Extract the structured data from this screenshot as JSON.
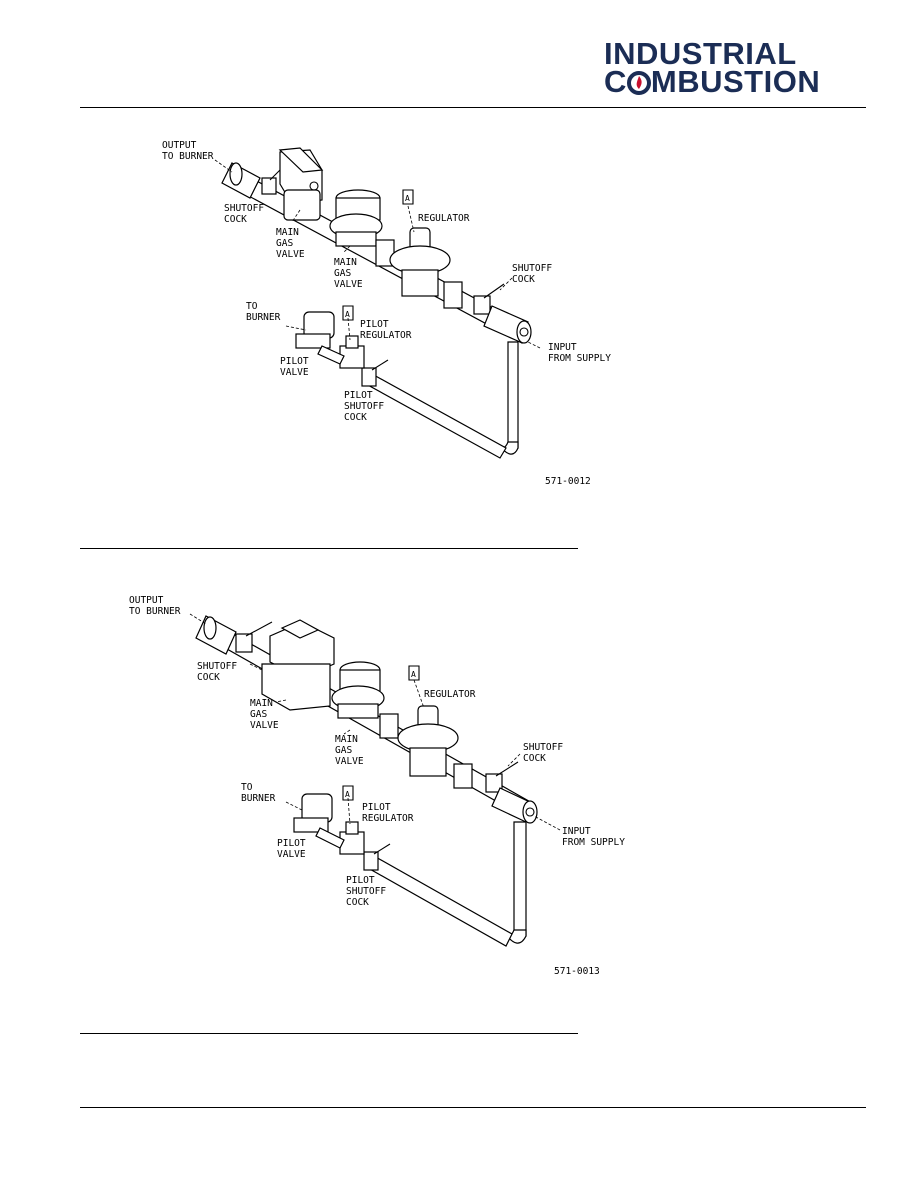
{
  "header": {
    "logo_line1": "INDUSTRIAL",
    "logo_line2_prefix": "C",
    "logo_line2_suffix": "MBUSTION",
    "brand_color": "#1b2d55",
    "flame_color": "#c8102e"
  },
  "diagram1": {
    "output_line1": "OUTPUT",
    "output_line2": "TO BURNER",
    "shutoff1_line1": "SHUTOFF",
    "shutoff1_line2": "COCK",
    "mgv1_line1": "MAIN",
    "mgv1_line2": "GAS",
    "mgv1_line3": "VALVE",
    "mgv2_line1": "MAIN",
    "mgv2_line2": "GAS",
    "mgv2_line3": "VALVE",
    "regulator": "REGULATOR",
    "marker_a1": "A",
    "shutoff2_line1": "SHUTOFF",
    "shutoff2_line2": "COCK",
    "to_burner_line1": "TO",
    "to_burner_line2": "BURNER",
    "marker_a2": "A",
    "pilot_reg_line1": "PILOT",
    "pilot_reg_line2": "REGULATOR",
    "pilot_valve_line1": "PILOT",
    "pilot_valve_line2": "VALVE",
    "input_line1": "INPUT",
    "input_line2": "FROM SUPPLY",
    "pilot_shutoff_line1": "PILOT",
    "pilot_shutoff_line2": "SHUTOFF",
    "pilot_shutoff_line3": "COCK",
    "figure_number": "571-0012"
  },
  "diagram2": {
    "output_line1": "OUTPUT",
    "output_line2": "TO BURNER",
    "shutoff1_line1": "SHUTOFF",
    "shutoff1_line2": "COCK",
    "mgv1_line1": "MAIN",
    "mgv1_line2": "GAS",
    "mgv1_line3": "VALVE",
    "mgv2_line1": "MAIN",
    "mgv2_line2": "GAS",
    "mgv2_line3": "VALVE",
    "regulator": "REGULATOR",
    "marker_a1": "A",
    "shutoff2_line1": "SHUTOFF",
    "shutoff2_line2": "COCK",
    "to_burner_line1": "TO",
    "to_burner_line2": "BURNER",
    "marker_a2": "A",
    "pilot_reg_line1": "PILOT",
    "pilot_reg_line2": "REGULATOR",
    "pilot_valve_line1": "PILOT",
    "pilot_valve_line2": "VALVE",
    "input_line1": "INPUT",
    "input_line2": "FROM SUPPLY",
    "pilot_shutoff_line1": "PILOT",
    "pilot_shutoff_line2": "SHUTOFF",
    "pilot_shutoff_line3": "COCK",
    "figure_number": "571-0013"
  }
}
